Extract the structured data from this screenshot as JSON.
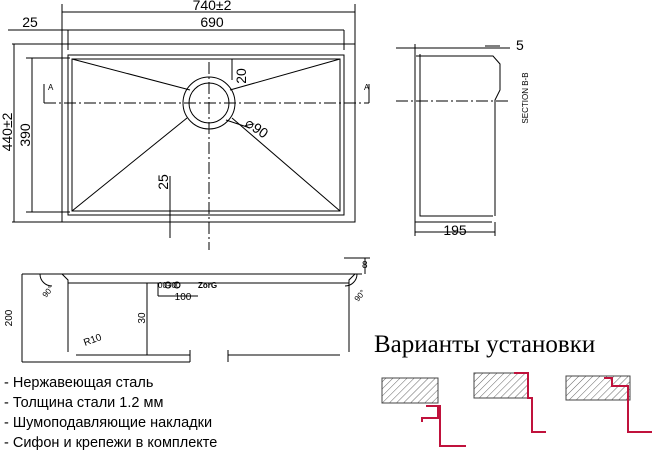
{
  "top_view": {
    "overall_width": "740±2",
    "inner_width": "690",
    "flange": "25",
    "overall_depth": "440±2",
    "inner_depth": "390",
    "drain_offset": "20",
    "drain_diameter": "⌀90",
    "bottom_offset": "25",
    "section_mark_left": "A",
    "section_mark_right": "A"
  },
  "side_view": {
    "lip": "5",
    "section_label": "SECTION B-B",
    "depth": "195"
  },
  "front_section": {
    "flange_height": "8",
    "angle_left": "90°",
    "angle_right": "90°",
    "overflow_mark": "00+00",
    "overflow_distance": "100",
    "logo_text": "ZorG",
    "height": "200",
    "drain_height": "30",
    "radius": "R10"
  },
  "installation": {
    "title": "Варианты установки"
  },
  "features": [
    "- Нержавеющая сталь",
    "- Толщина стали 1.2 мм",
    "- Шумоподавляющие накладки",
    "- Сифон и крепежи в комплекте"
  ],
  "colors": {
    "line": "#000000",
    "hatch": "#666666",
    "worktop_outline": "#c0123c"
  }
}
